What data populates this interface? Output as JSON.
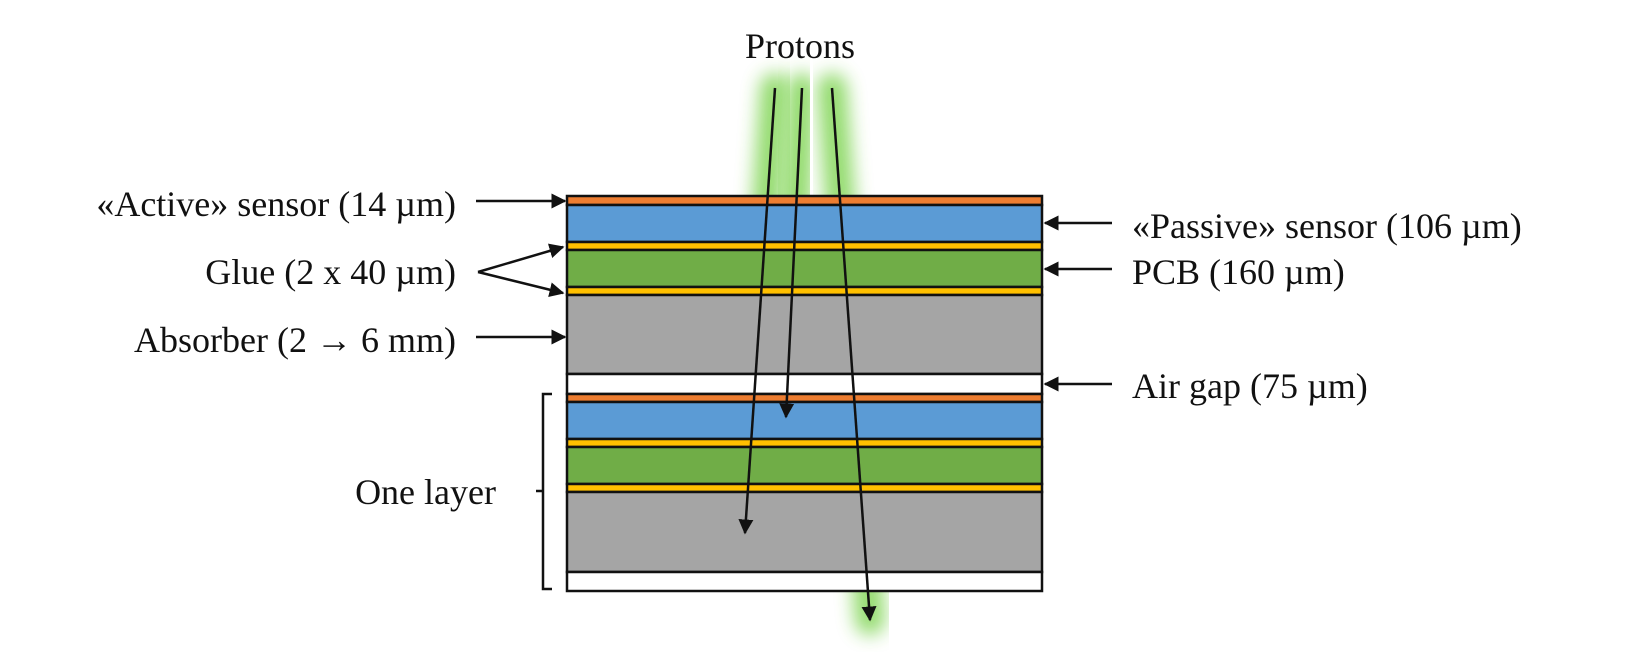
{
  "title": "Protons",
  "labels": {
    "active_sensor": "«Active» sensor (14 µm)",
    "glue": "Glue (2 x 40 µm)",
    "absorber": "Absorber (2 → 6 mm)",
    "passive_sensor": "«Passive» sensor (106 µm)",
    "pcb": "PCB (160 µm)",
    "air_gap": "Air gap (75 µm)",
    "one_layer": "One layer"
  },
  "colors": {
    "active_sensor": "#ED7D31",
    "passive_sensor": "#5B9BD5",
    "glue": "#FFC000",
    "pcb": "#70AD47",
    "absorber": "#A5A5A5",
    "air_gap": "#FFFFFF",
    "proton_glow": "#66CC33",
    "outline": "#111111"
  },
  "layer_stack": [
    "active_sensor",
    "passive_sensor",
    "glue",
    "pcb",
    "glue",
    "absorber",
    "air_gap"
  ],
  "layers_drawn": 2,
  "proton_tracks": 3
}
